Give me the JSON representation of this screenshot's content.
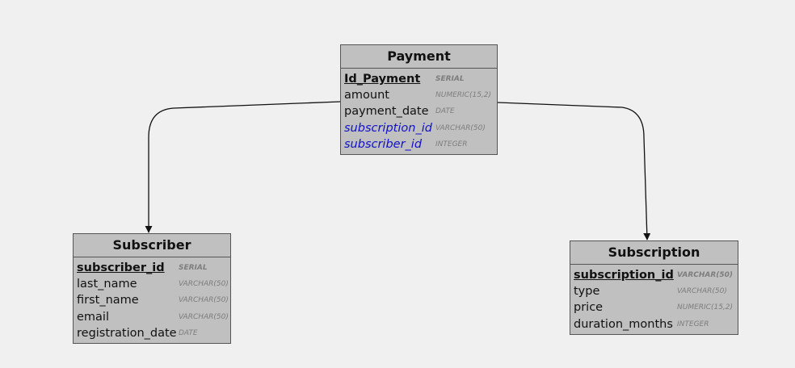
{
  "colors": {
    "background": "#f0f0f0",
    "entity_fill": "#c0c0c0",
    "entity_border": "#555555",
    "foreign_key_text": "#1010cc",
    "type_text": "#7d7d7d",
    "connector": "#111111"
  },
  "entities": {
    "payment": {
      "title": "Payment",
      "columns": [
        {
          "name": "Id_Payment",
          "type": "SERIAL",
          "key": "pk"
        },
        {
          "name": "amount",
          "type": "NUMERIC(15,2)",
          "key": ""
        },
        {
          "name": "payment_date",
          "type": "DATE",
          "key": ""
        },
        {
          "name": "subscription_id",
          "type": "VARCHAR(50)",
          "key": "fk"
        },
        {
          "name": "subscriber_id",
          "type": "INTEGER",
          "key": "fk"
        }
      ]
    },
    "subscriber": {
      "title": "Subscriber",
      "columns": [
        {
          "name": "subscriber_id",
          "type": "SERIAL",
          "key": "pk"
        },
        {
          "name": "last_name",
          "type": "VARCHAR(50)",
          "key": ""
        },
        {
          "name": "first_name",
          "type": "VARCHAR(50)",
          "key": ""
        },
        {
          "name": "email",
          "type": "VARCHAR(50)",
          "key": ""
        },
        {
          "name": "registration_date",
          "type": "DATE",
          "key": ""
        }
      ]
    },
    "subscription": {
      "title": "Subscription",
      "columns": [
        {
          "name": "subscription_id",
          "type": "VARCHAR(50)",
          "key": "pk"
        },
        {
          "name": "type",
          "type": "VARCHAR(50)",
          "key": ""
        },
        {
          "name": "price",
          "type": "NUMERIC(15,2)",
          "key": ""
        },
        {
          "name": "duration_months",
          "type": "INTEGER",
          "key": ""
        }
      ]
    }
  },
  "relations": [
    {
      "from": "Payment",
      "to": "Subscriber",
      "via": "subscriber_id"
    },
    {
      "from": "Payment",
      "to": "Subscription",
      "via": "subscription_id"
    }
  ]
}
